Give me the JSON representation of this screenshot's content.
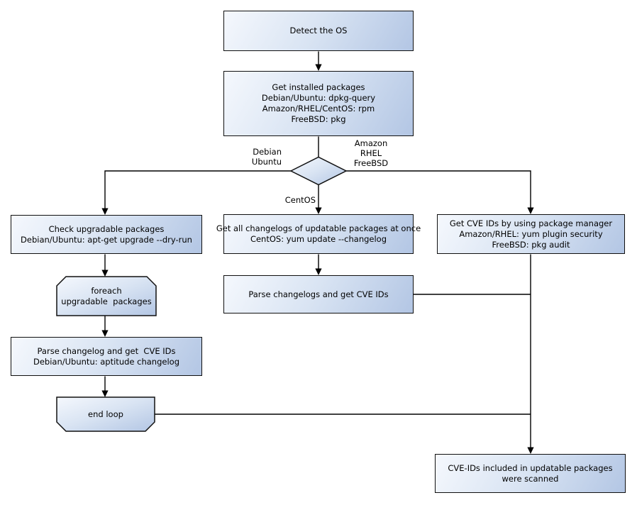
{
  "diagram": {
    "title": "OS package CVE scan flowchart",
    "colors": {
      "background": "#ffffff",
      "node_fill_light": "#f5f8fd",
      "node_fill_mid": "#d9e4f3",
      "node_fill_dark": "#b3c6e4",
      "node_border": "#101010",
      "edge_line": "#000000",
      "text": "#000000"
    },
    "nodes": {
      "detect_os": {
        "label": "Detect the OS"
      },
      "get_installed": {
        "label": "Get installed packages\nDebian/Ubuntu: dpkg-query\nAmazon/RHEL/CentOS: rpm\nFreeBSD: pkg"
      },
      "check_upgradable": {
        "label": "Check upgradable packages\nDebian/Ubuntu: apt-get upgrade --dry-run"
      },
      "foreach_loop": {
        "label": "foreach\nupgradable  packages"
      },
      "parse_changelog_left": {
        "label": "Parse changelog and get  CVE IDs\nDebian/Ubuntu: aptitude changelog"
      },
      "end_loop": {
        "label": "end loop"
      },
      "get_changelogs_mid": {
        "label": "Get all changelogs of updatable packages at once\nCentOS: yum update --changelog"
      },
      "parse_changelogs_mid": {
        "label": "Parse changelogs and get CVE IDs"
      },
      "get_cve_right": {
        "label": "Get CVE IDs by using package manager\nAmazon/RHEL: yum plugin security\nFreeBSD: pkg audit"
      },
      "scanned": {
        "label": "CVE-IDs included in updatable packages\nwere scanned"
      }
    },
    "edge_labels": {
      "debian_ubuntu": "Debian\nUbuntu",
      "amazon_rhel_freebsd": "Amazon\nRHEL\nFreeBSD",
      "centos": "CentOS"
    }
  }
}
